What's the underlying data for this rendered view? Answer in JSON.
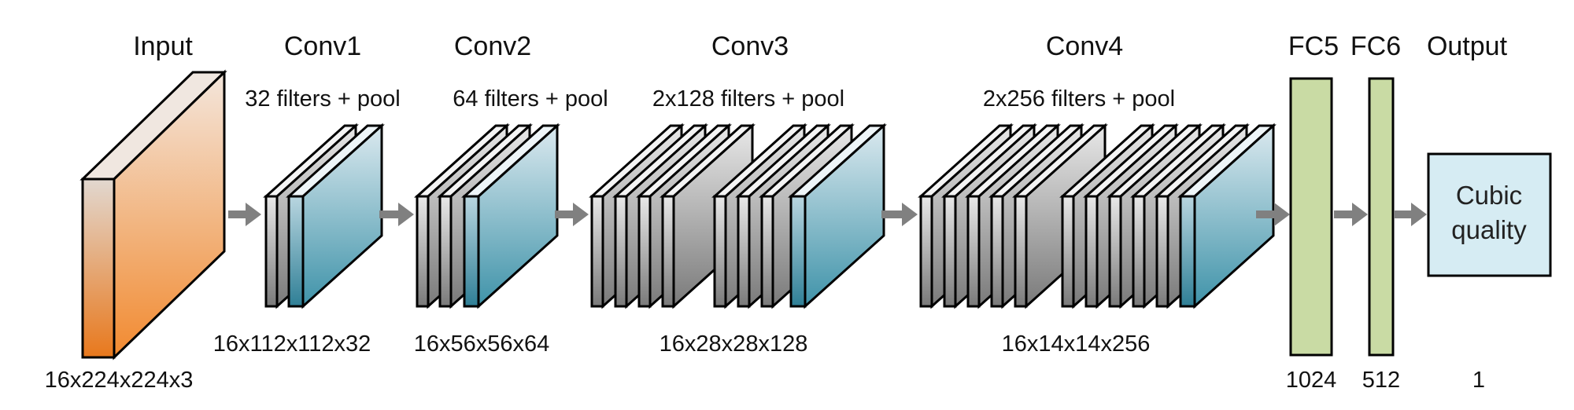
{
  "layers": {
    "input": {
      "title": "Input",
      "dims": "16x224x224x3"
    },
    "conv1": {
      "title": "Conv1",
      "filters": "32 filters + pool",
      "dims": "16x112x112x32"
    },
    "conv2": {
      "title": "Conv2",
      "filters": "64 filters + pool",
      "dims": "16x56x56x64"
    },
    "conv3": {
      "title": "Conv3",
      "filters": "2x128 filters + pool",
      "dims": "16x28x28x128"
    },
    "conv4": {
      "title": "Conv4",
      "filters": "2x256 filters + pool",
      "dims": "16x14x14x256"
    },
    "fc5": {
      "title": "FC5",
      "dims": "1024"
    },
    "fc6": {
      "title": "FC6",
      "dims": "512"
    },
    "output": {
      "title": "Output",
      "box_line1": "Cubic",
      "box_line2": "quality",
      "dims": "1"
    }
  },
  "colors": {
    "input_top": "#f3e6dc",
    "input_bottom": "#f28a30",
    "gray_light": "#e6e6e6",
    "gray_dark": "#7a7a7a",
    "blue_light": "#d9e8ee",
    "blue_dark": "#3f93a9",
    "fc_fill": "#c9dba4",
    "output_fill": "#d6ecf3",
    "arrow": "#808080",
    "stroke": "#000000"
  }
}
